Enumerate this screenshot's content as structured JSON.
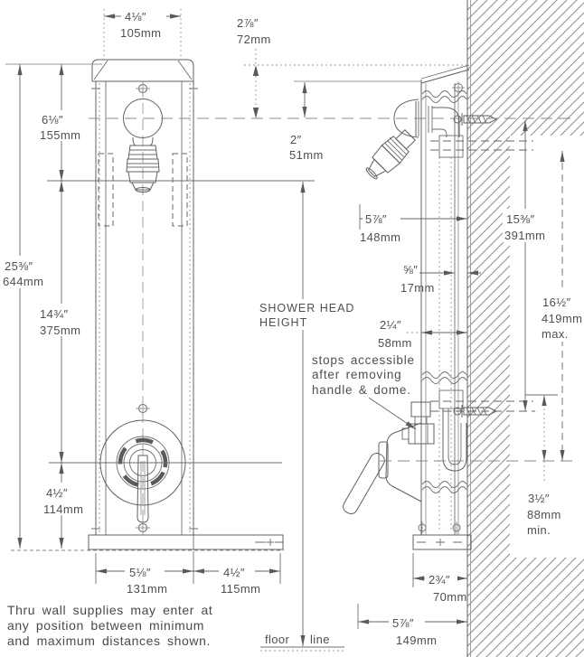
{
  "colors": {
    "line": "#606060",
    "light": "#979797",
    "text": "#4f4f4f",
    "background": "#ffffff"
  },
  "front_view": {
    "dims": {
      "top_width": {
        "in": "4⅛″",
        "mm": "105mm"
      },
      "top_to_head": {
        "in": "6⅛″",
        "mm": "155mm"
      },
      "overall_height": {
        "in": "25⅜″",
        "mm": "644mm"
      },
      "head_to_valve": {
        "in": "14¾″",
        "mm": "375mm"
      },
      "valve_to_floor": {
        "in": "4½″",
        "mm": "114mm"
      },
      "base_width": {
        "in": "5⅛″",
        "mm": "131mm"
      },
      "base_extension": {
        "in": "4½″",
        "mm": "115mm"
      }
    }
  },
  "center": {
    "head_offset": {
      "in": "2⅞″",
      "mm": "72mm"
    },
    "head_drop": {
      "in": "2″",
      "mm": "51mm"
    },
    "shower_head_height": {
      "line1": "SHOWER HEAD",
      "line2": "HEIGHT"
    },
    "floor_label": {
      "left": "floor",
      "right": "line"
    }
  },
  "side_view": {
    "dims": {
      "head_to_wall": {
        "in": "5⅞″",
        "mm": "148mm"
      },
      "panel_gap": {
        "in": "⅝″",
        "mm": "17mm"
      },
      "panel_depth": {
        "in": "2¼″",
        "mm": "58mm"
      },
      "head_to_supply": {
        "in": "15⅜″",
        "mm": "391mm"
      },
      "supply_span_max": {
        "in": "16½″",
        "mm": "419mm",
        "qual": "max."
      },
      "supply_span_min": {
        "in": "3½″",
        "mm": "88mm",
        "qual": "min."
      },
      "base_depth": {
        "in": "2¾″",
        "mm": "70mm"
      },
      "handle_to_wall": {
        "in": "5⅞″",
        "mm": "149mm"
      }
    },
    "stops_note": {
      "line1": "stops accessible",
      "line2": "after removing",
      "line3": "handle & dome."
    }
  },
  "notes": {
    "thru_wall": {
      "line1": "Thru wall supplies may enter at",
      "line2": "any position between minimum",
      "line3": "and maximum distances shown."
    }
  }
}
